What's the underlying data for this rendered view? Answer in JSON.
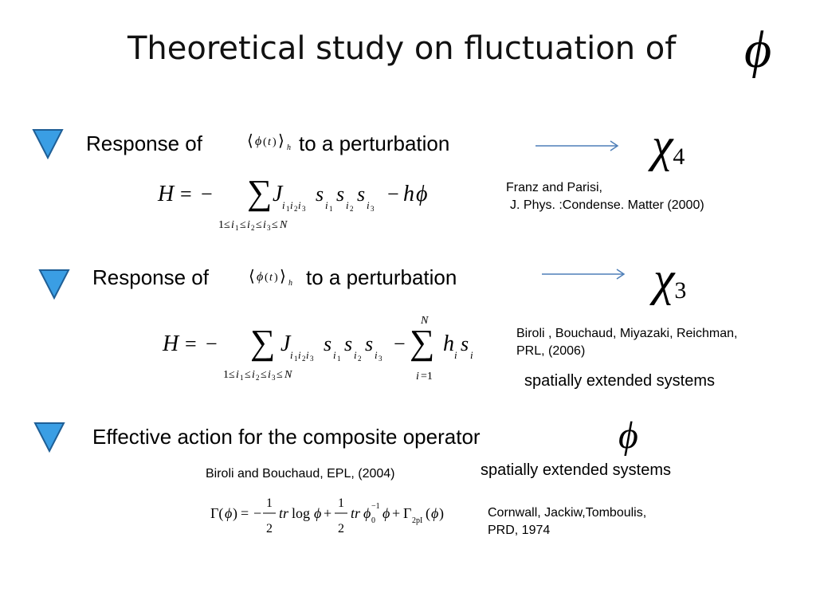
{
  "slide": {
    "title": "Theoretical study on fluctuation of",
    "section1": {
      "label_before": "Response of",
      "label_after": "to  a perturbation",
      "chi": "χ",
      "chi_sub": "4",
      "ref_line1": "Franz and Parisi,",
      "ref_line2": "J. Phys. :Condense. Matter (2000)"
    },
    "section2": {
      "label_before": "Response of",
      "label_after": "to  a perturbation",
      "chi": "χ",
      "chi_sub": "3",
      "ref_line1": "Biroli , Bouchaud, Miyazaki, Reichman,",
      "ref_line2": "PRL, (2006)",
      "extended": "spatially extended systems"
    },
    "section3": {
      "label": "Effective action  for the composite operator",
      "ref_left": "Biroli and Bouchaud,  EPL, (2004)",
      "extended": "spatially extended systems",
      "ref_line1": "Cornwall, Jackiw,Tomboulis,",
      "ref_line2": "PRD, 1974"
    },
    "colors": {
      "bullet_fill": "#3a9ee4",
      "bullet_stroke": "#1f5f96",
      "arrow": "#4f7fb8"
    }
  }
}
